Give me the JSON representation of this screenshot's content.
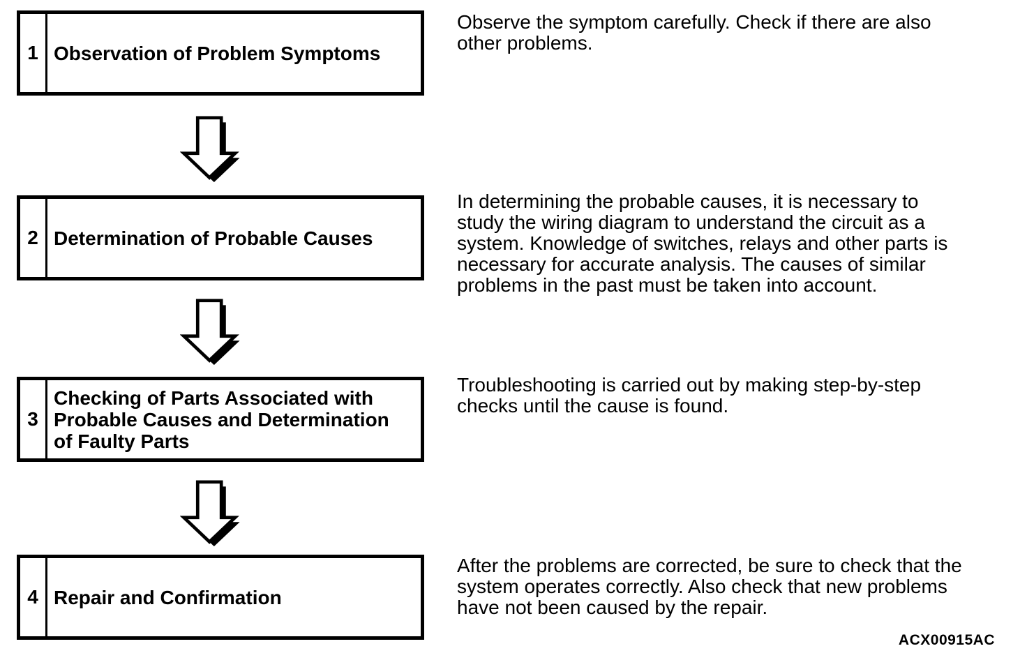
{
  "figure": {
    "code": "ACX00915AC"
  },
  "colors": {
    "ink": "#000000",
    "paper": "#ffffff"
  },
  "icons": {
    "between_steps": "down-arrow-icon"
  },
  "steps": [
    {
      "number": "1",
      "title": "Observation of Problem Symptoms",
      "title_lines": [
        "Observation of Problem Symptoms"
      ],
      "description": "Observe the symptom carefully. Check if there are also other problems.",
      "description_lines": [
        "Observe the symptom carefully. Check if there are also",
        "other problems."
      ]
    },
    {
      "number": "2",
      "title": "Determination of Probable Causes",
      "title_lines": [
        "Determination of Probable Causes"
      ],
      "description": "In determining the probable causes, it is necessary to study the wiring diagram to understand the circuit as a system. Knowledge of switches, relays and other parts is necessary for accurate analysis. The causes of similar problems in the past must be taken into account.",
      "description_lines": [
        "In determining the probable causes, it is necessary to",
        "study the wiring diagram to understand the circuit as a",
        "system. Knowledge of switches, relays and other parts is",
        "necessary for accurate analysis. The causes of similar",
        "problems in the past must be taken into account."
      ]
    },
    {
      "number": "3",
      "title": "Checking of Parts Associated with Probable Causes and Determination of Faulty Parts",
      "title_lines": [
        "Checking of Parts Associated with",
        "Probable Causes and Determination",
        "of Faulty Parts"
      ],
      "description": "Troubleshooting is carried out by making step-by-step checks until the cause is found.",
      "description_lines": [
        "Troubleshooting is carried out by making step-by-step",
        "checks until the cause is found."
      ]
    },
    {
      "number": "4",
      "title": "Repair and Confirmation",
      "title_lines": [
        "Repair and Confirmation"
      ],
      "description": "After the problems are corrected, be sure to check that the system operates correctly. Also check that new problems have not been caused by the repair.",
      "description_lines": [
        "After the problems are corrected, be sure to check that the",
        "system operates correctly. Also check that new problems",
        "have not been caused by the repair."
      ]
    }
  ]
}
